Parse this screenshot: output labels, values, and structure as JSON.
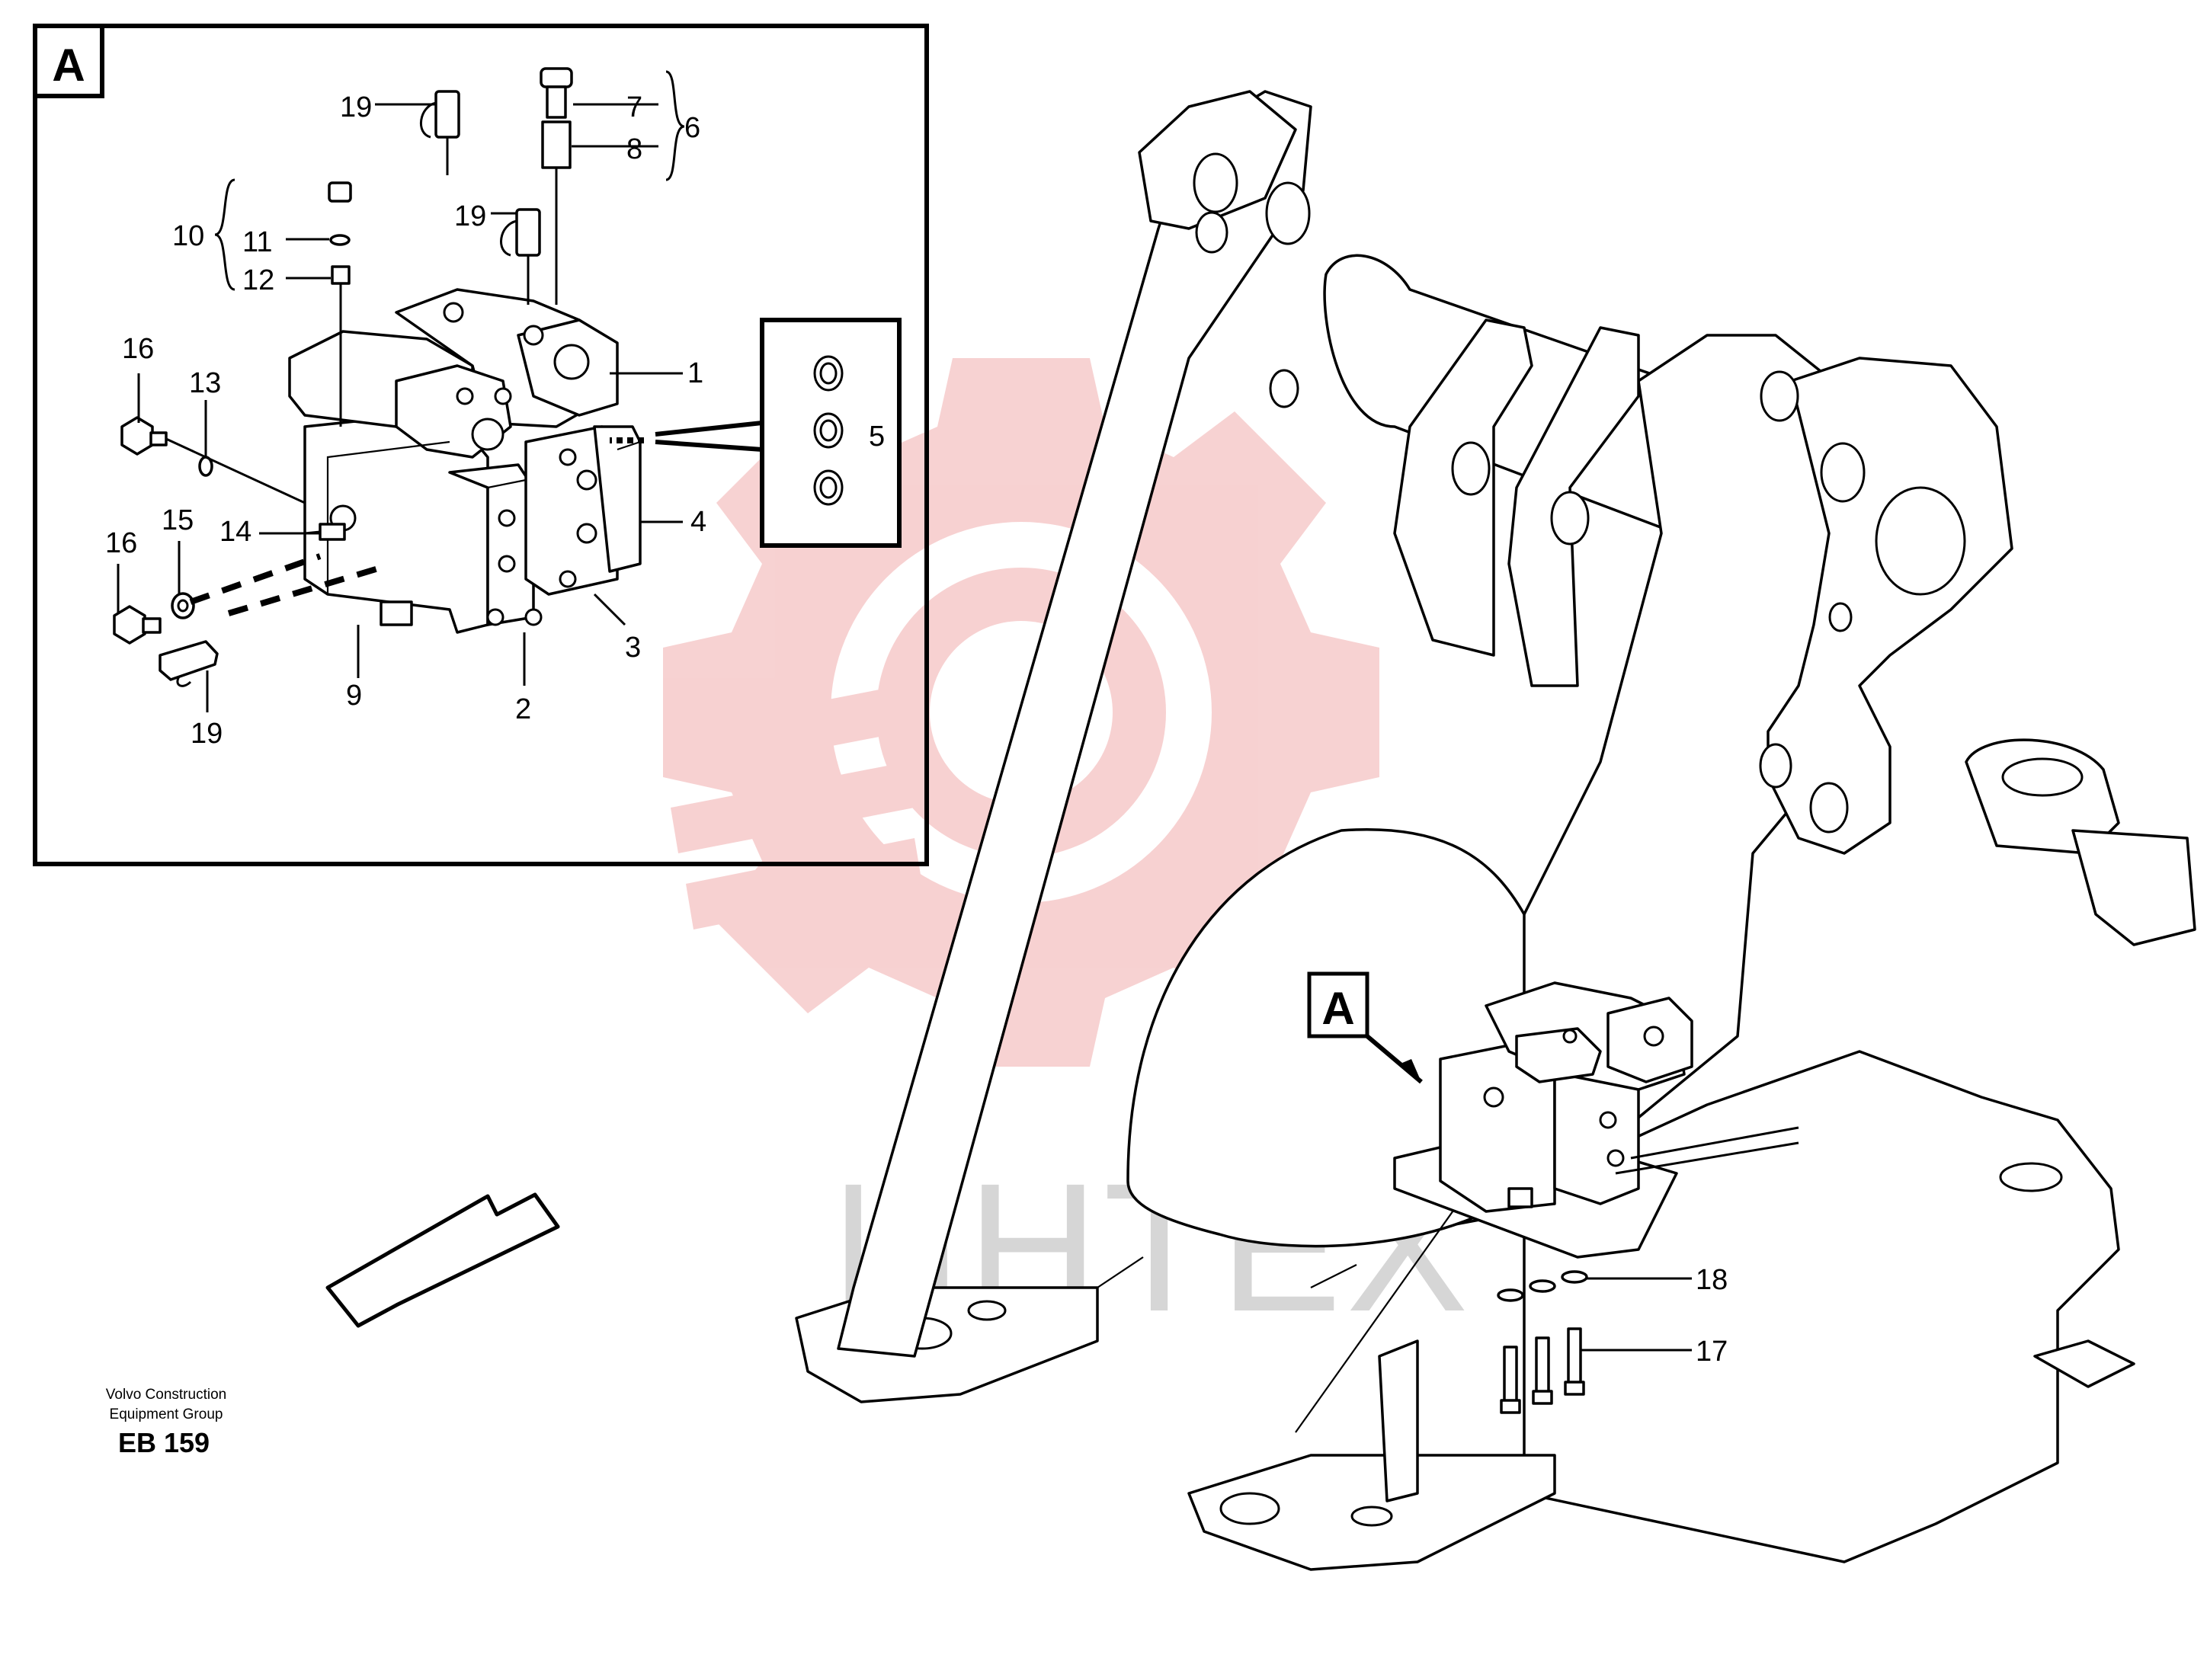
{
  "diagram": {
    "detail_label": "A",
    "callout_label": "A",
    "watermark": "ИНТЕХ",
    "footer": {
      "company_line1": "Volvo Construction",
      "company_line2": "Equipment Group",
      "code": "EB 159"
    },
    "part_numbers": {
      "p1": "1",
      "p2": "2",
      "p3": "3",
      "p4": "4",
      "p5": "5",
      "p6": "6",
      "p7": "7",
      "p8": "8",
      "p9": "9",
      "p10": "10",
      "p11": "11",
      "p12": "12",
      "p13": "13",
      "p14": "14",
      "p15": "15",
      "p16a": "16",
      "p16b": "16",
      "p17": "17",
      "p18": "18",
      "p19a": "19",
      "p19b": "19",
      "p19c": "19"
    }
  }
}
